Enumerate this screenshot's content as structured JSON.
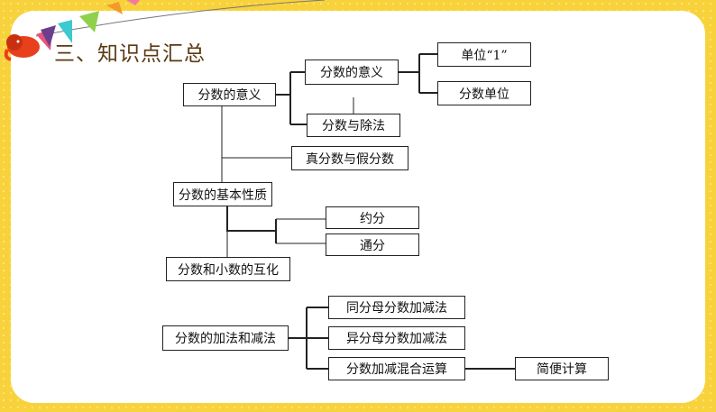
{
  "title": "三、知识点汇总",
  "nodes": {
    "meaning_main": "分数的意义",
    "meaning_sub": "分数的意义",
    "division": "分数与除法",
    "unit_one": "单位“1”",
    "fraction_unit": "分数单位",
    "proper_improper": "真分数与假分数",
    "basic_property": "分数的基本性质",
    "reduce": "约分",
    "common_denominator": "通分",
    "fraction_decimal": "分数和小数的互化",
    "add_subtract": "分数的加法和减法",
    "same_denominator": "同分母分数加减法",
    "diff_denominator": "异分母分数加减法",
    "mixed_ops": "分数加减混合运算",
    "simplified_calc": "简便计算"
  },
  "colors": {
    "background": "#f8d23a",
    "title": "#5a3a12",
    "mascot": "#e8401c"
  }
}
